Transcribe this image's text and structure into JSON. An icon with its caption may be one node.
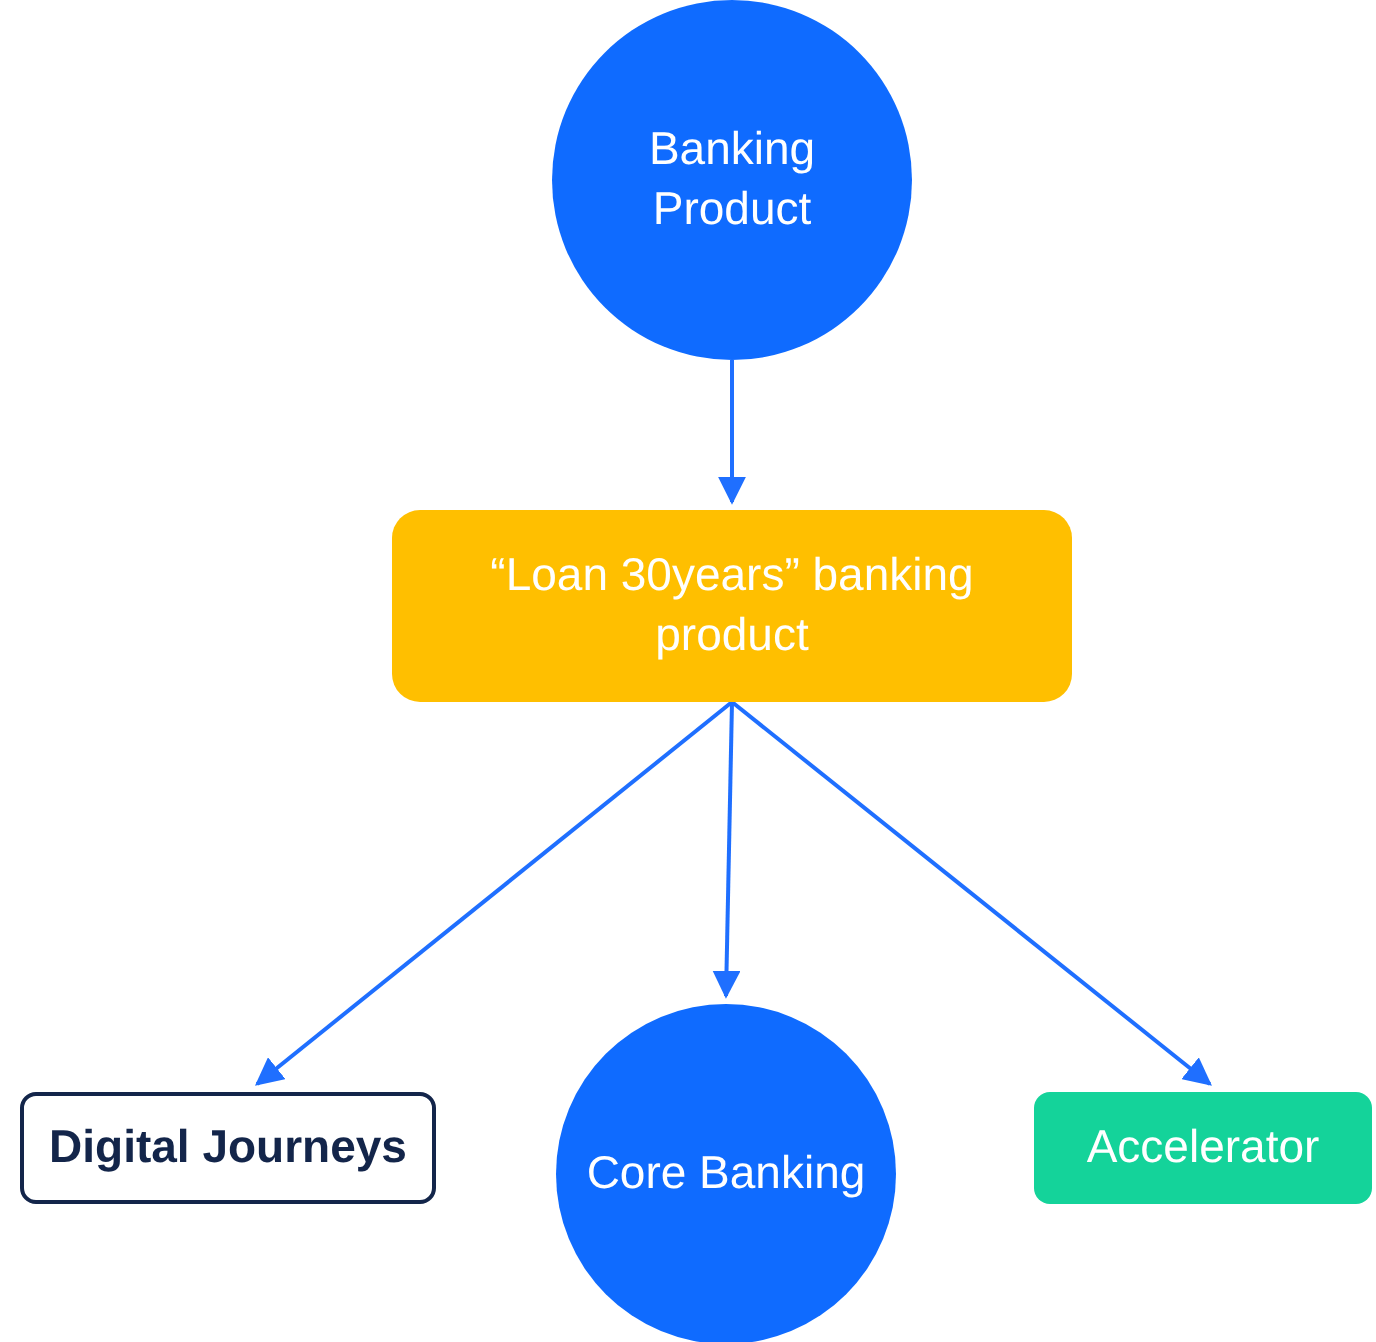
{
  "diagram": {
    "nodes": [
      {
        "text": [
          "Banking Product"
        ]
      },
      {
        "text": [
          "“Loan 30years” banking product"
        ]
      },
      {
        "text": [
          "Digital Journeys"
        ]
      },
      {
        "text": [
          "Core Banking"
        ]
      },
      {
        "text": [
          "Accelerator"
        ]
      }
    ],
    "edges": [
      {
        "from": 0,
        "to": 1,
        "arrow": "to"
      },
      {
        "from": 1,
        "to": 2,
        "arrow": "to"
      },
      {
        "from": 1,
        "to": 3,
        "arrow": "to"
      },
      {
        "from": 1,
        "to": 4,
        "arrow": "to"
      }
    ]
  }
}
